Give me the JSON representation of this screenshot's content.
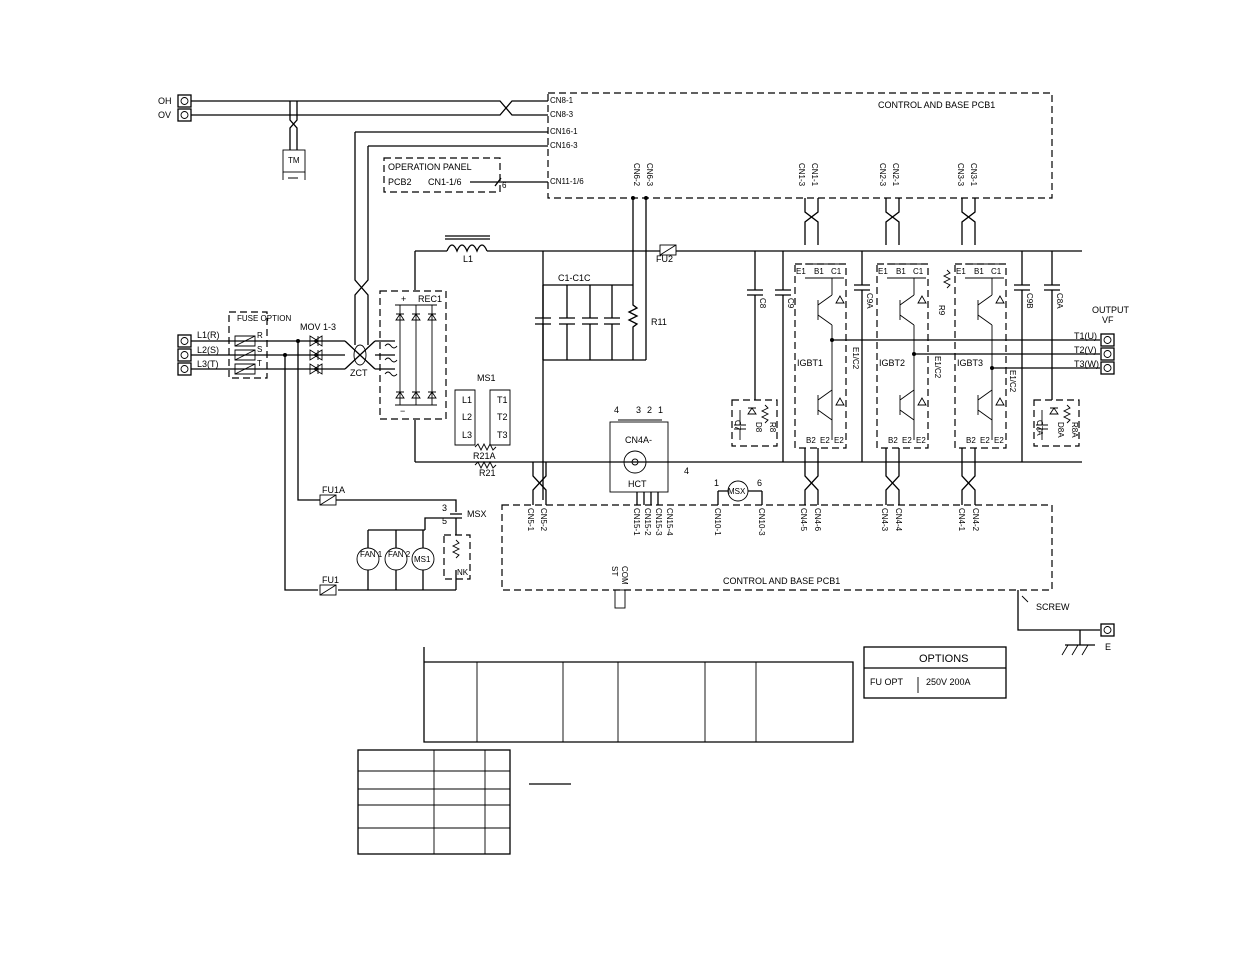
{
  "labels": {
    "oh": "OH",
    "ov": "OV",
    "cn8_1": "CN8-1",
    "cn8_3": "CN8-3",
    "cn16_1": "CN16-1",
    "cn16_3": "CN16-3",
    "cn11": "CN11-1/6",
    "op_panel": "OPERATION PANEL",
    "pcb2": "PCB2",
    "cn1_16": "CN1-1/6",
    "bus6": "6",
    "control_top": "CONTROL AND BASE PCB1",
    "control_bot": "CONTROL AND BASE PCB1",
    "cn6_2": "CN6-2",
    "cn6_3": "CN6-3",
    "cn1_3": "CN1-3",
    "cn1_1": "CN1-1",
    "cn2_3": "CN2-3",
    "cn2_1": "CN2-1",
    "cn3_3": "CN3-3",
    "cn3_1": "CN3-1",
    "tm": "TM",
    "l1": "L1",
    "fu2": "FU2",
    "c1c1c": "C1-C1C",
    "r11": "R11",
    "c8": "C8",
    "c9": "C9",
    "c9a": "C9A",
    "c9b": "C9B",
    "c8a": "C8A",
    "r9": "R9",
    "fuse_option": "FUSE OPTION",
    "mov": "MOV 1-3",
    "rec1": "REC1",
    "zct": "ZCT",
    "l1r": "L1(R)",
    "l2s": "L2(S)",
    "l3t": "L3(T)",
    "r": "R",
    "s": "S",
    "t": "T",
    "output": "OUTPUT",
    "vf": "VF",
    "t1u": "T1(U)",
    "t2v": "T2(V)",
    "t3w": "T3(W)",
    "igbt1": "IGBT1",
    "igbt2": "IGBT2",
    "igbt3": "IGBT3",
    "e1c2": "E1/C2",
    "e1": "E1",
    "b1": "B1",
    "c1": "C1",
    "b2": "B2",
    "e2": "E2",
    "ms1": "MS1",
    "ms_l1": "L1",
    "ms_l2": "L2",
    "ms_l3": "L3",
    "ms_t1": "T1",
    "ms_t2": "T2",
    "ms_t3": "T3",
    "r21a": "R21A",
    "r21": "R21",
    "cn4a": "CN4A-",
    "hct": "HCT",
    "p4": "4",
    "p3": "3",
    "p2": "2",
    "p1": "1",
    "c7": "C7",
    "d8": "D8",
    "r8": "R8",
    "c7a": "C7A",
    "d8a": "D8A",
    "r8a": "R8A",
    "msx": "MSX",
    "msx1": "1",
    "msx6": "6",
    "msx3": "3",
    "msx5": "5",
    "fu1a": "FU1A",
    "fu1": "FU1",
    "fan1": "FAN 1",
    "fan2": "FAN 2",
    "ms1c": "MS1",
    "nk": "NK",
    "cn5_1": "CN5-1",
    "cn5_2": "CN5-2",
    "cn15_1": "CN15-1",
    "cn15_2": "CN15-2",
    "cn15_3": "CN15-3",
    "cn15_4": "CN15-4",
    "cn10_1": "CN10-1",
    "cn10_3": "CN10-3",
    "cn4_5": "CN4-5",
    "cn4_6": "CN4-6",
    "cn4_3": "CN4-3",
    "cn4_4": "CN4-4",
    "cn4_1": "CN4-1",
    "cn4_2": "CN4-2",
    "st": "ST",
    "com": "COM",
    "screw": "SCREW",
    "e": "E"
  },
  "options": {
    "title": "OPTIONS",
    "item": "FU OPT",
    "rating": "250V 200A"
  }
}
